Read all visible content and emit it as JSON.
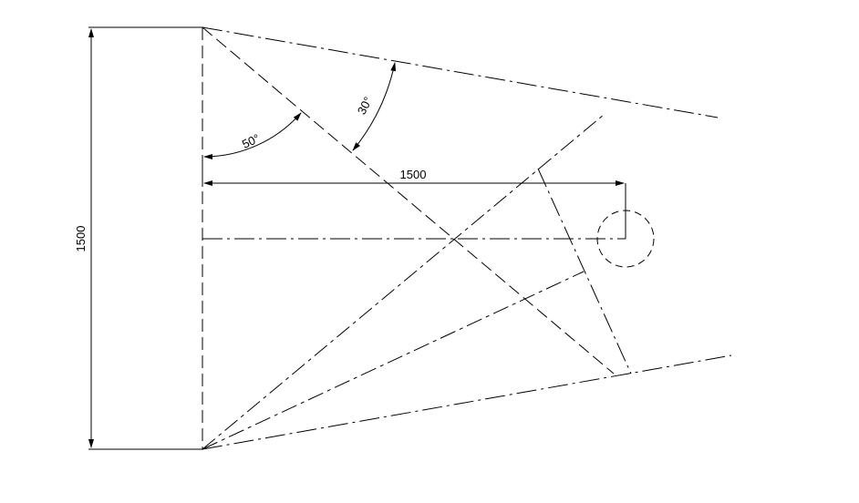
{
  "drawing": {
    "dimensions": {
      "vertical_value": "1500",
      "horizontal_value": "1500"
    },
    "angles": {
      "upper_angle_label": "30°",
      "lower_angle_label": "50°"
    }
  }
}
